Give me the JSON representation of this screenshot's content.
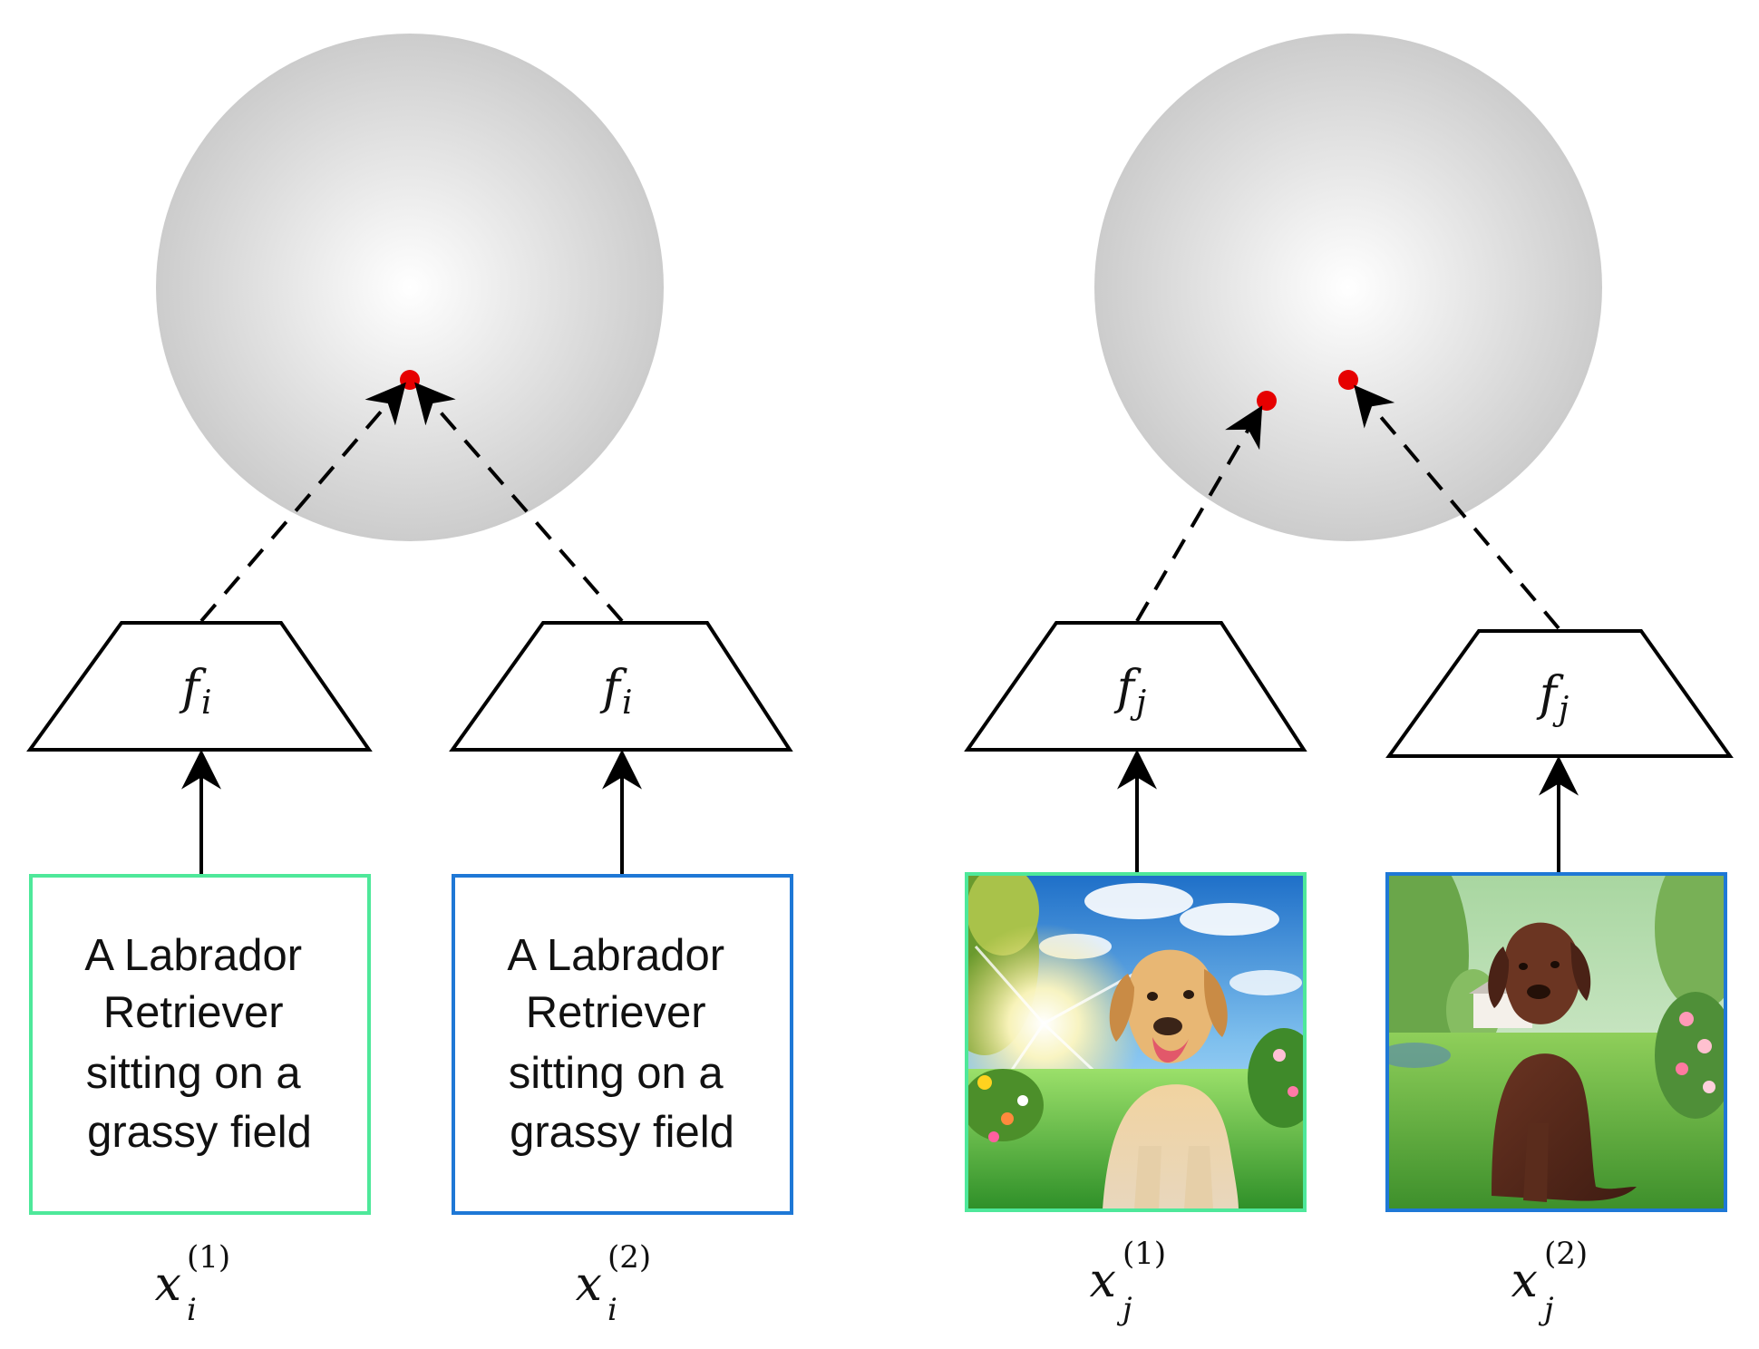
{
  "colors": {
    "sphere_light": "#ffffff",
    "sphere_dark": "#cccccc",
    "point": "#e60000",
    "view1_border": "#4ee89a",
    "view2_border": "#1e78d6",
    "stroke": "#000000"
  },
  "left_pair": {
    "encoder_1": {
      "name": "f",
      "sub": "i"
    },
    "encoder_2": {
      "name": "f",
      "sub": "i"
    },
    "text_1": [
      "A Labrador",
      "Retriever",
      "sitting on a",
      "grassy field"
    ],
    "text_2": [
      "A Labrador",
      "Retriever",
      "sitting on a",
      "grassy field"
    ],
    "label_1": {
      "base": "x",
      "sub": "i",
      "sup": "(1)"
    },
    "label_2": {
      "base": "x",
      "sub": "i",
      "sup": "(2)"
    }
  },
  "right_pair": {
    "encoder_1": {
      "name": "f",
      "sub": "j"
    },
    "encoder_2": {
      "name": "f",
      "sub": "j"
    },
    "image_1": "sunlit-yellow-labrador-photo",
    "image_2": "chocolate-labrador-garden-photo",
    "label_1": {
      "base": "x",
      "sub": "j",
      "sup": "(1)"
    },
    "label_2": {
      "base": "x",
      "sub": "j",
      "sup": "(2)"
    }
  }
}
